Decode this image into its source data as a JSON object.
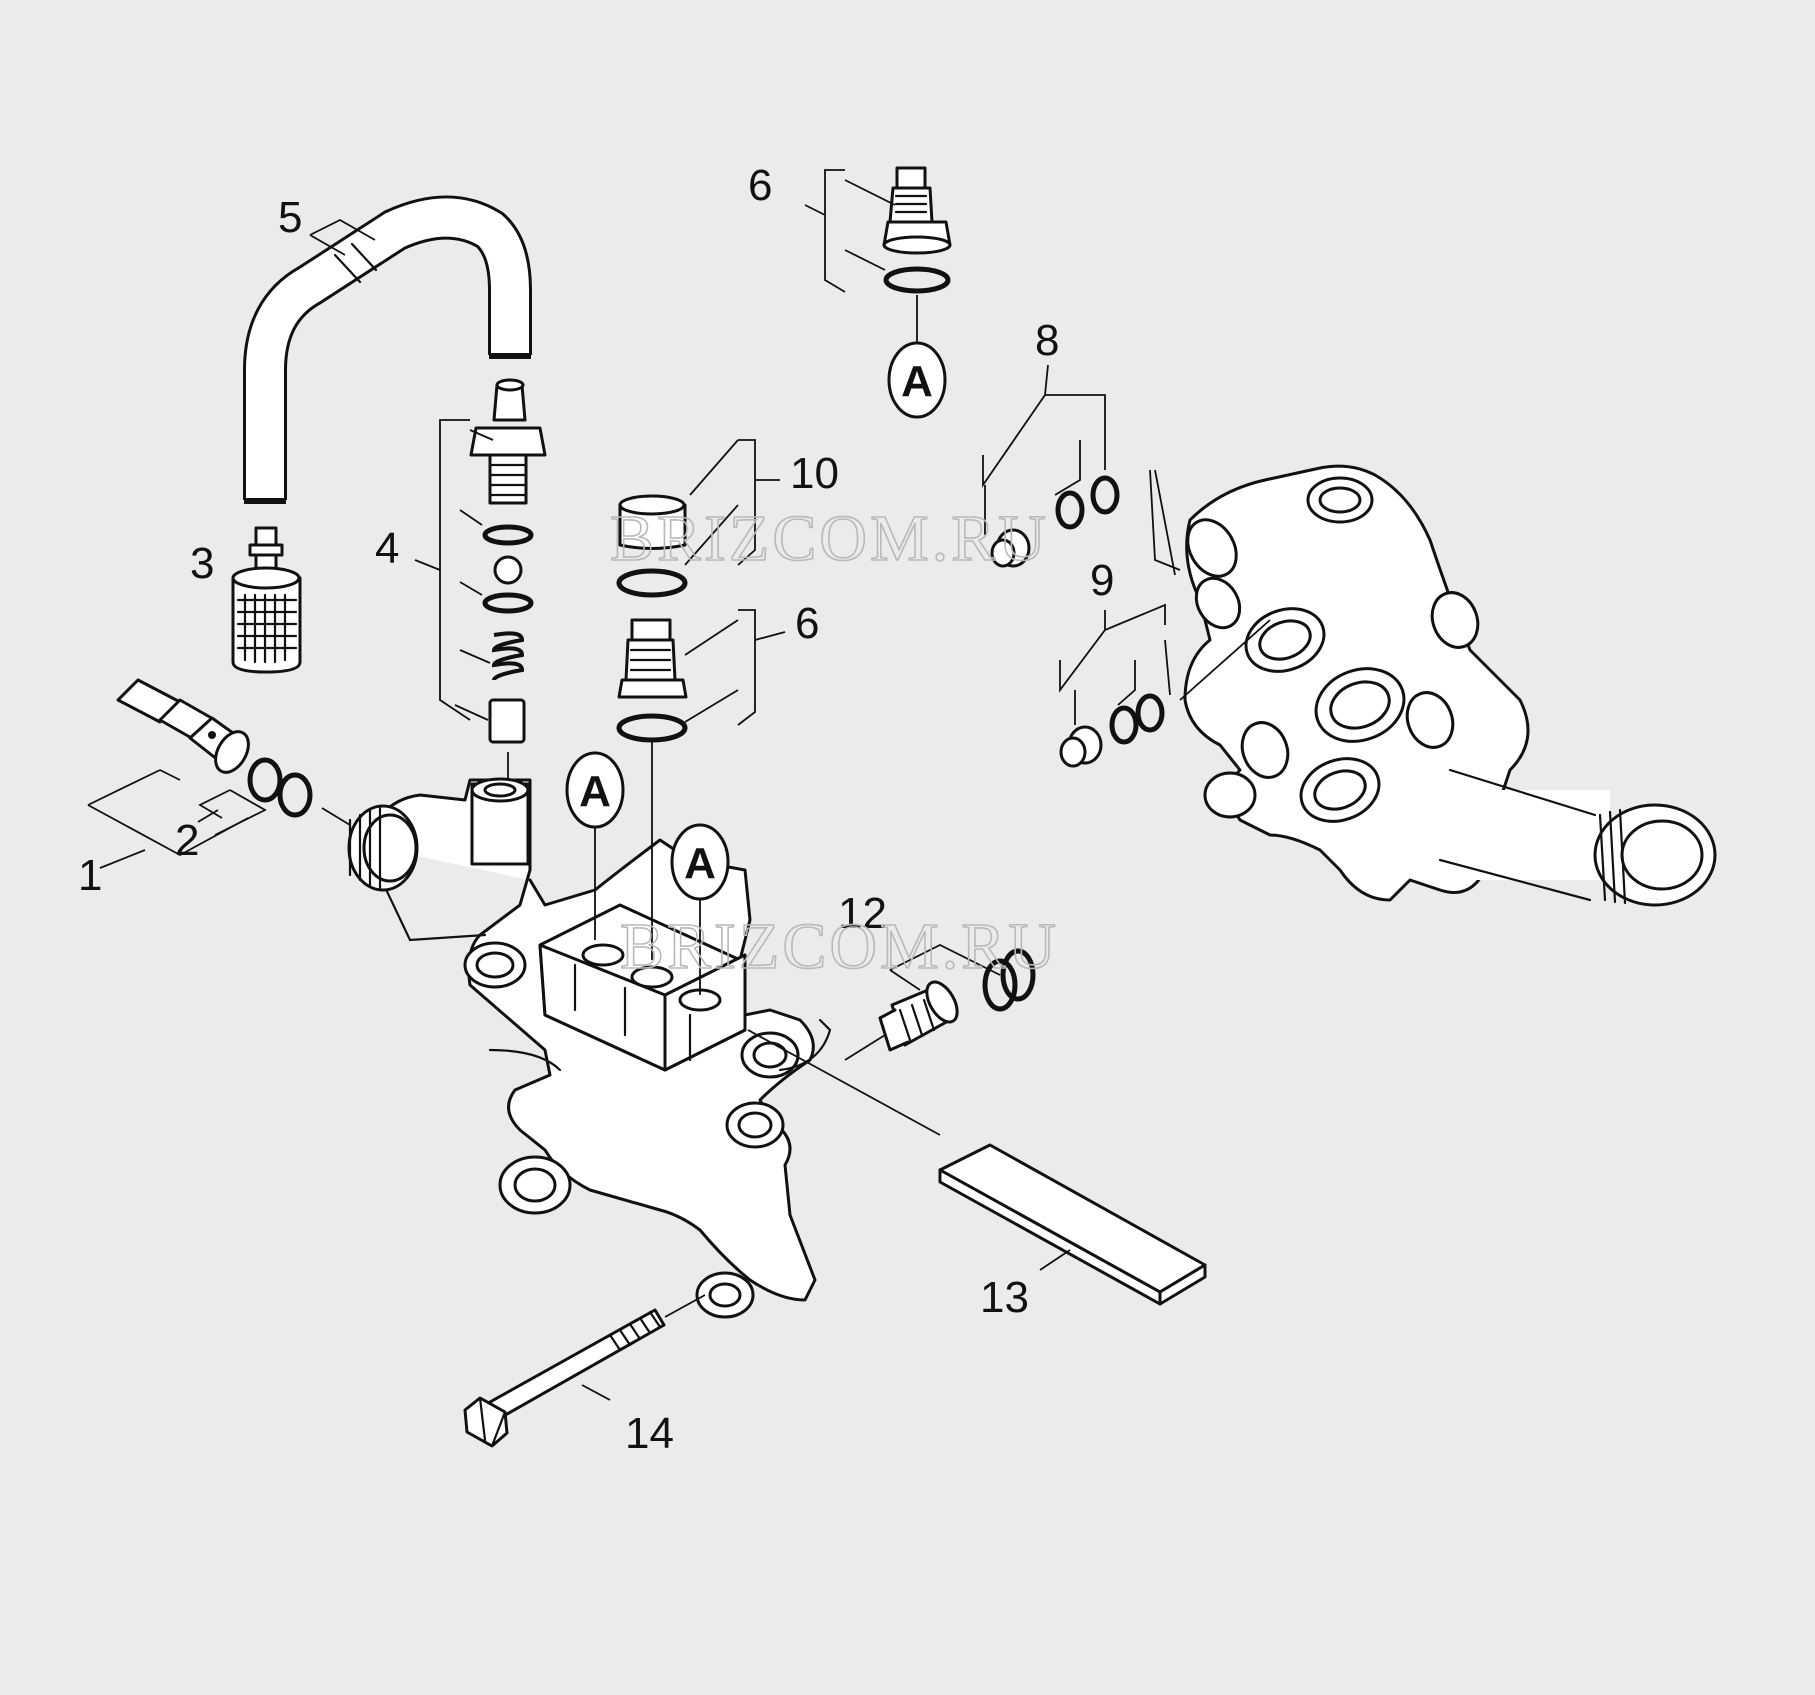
{
  "diagram": {
    "callouts": [
      {
        "id": "1",
        "label": "1"
      },
      {
        "id": "2",
        "label": "2"
      },
      {
        "id": "3",
        "label": "3"
      },
      {
        "id": "4",
        "label": "4"
      },
      {
        "id": "5",
        "label": "5"
      },
      {
        "id": "6a",
        "label": "6"
      },
      {
        "id": "6b",
        "label": "6"
      },
      {
        "id": "8",
        "label": "8"
      },
      {
        "id": "9",
        "label": "9"
      },
      {
        "id": "10",
        "label": "10"
      },
      {
        "id": "12",
        "label": "12"
      },
      {
        "id": "13",
        "label": "13"
      },
      {
        "id": "14",
        "label": "14"
      }
    ],
    "reference_marker": "A",
    "watermark": "BRIZCOM.RU",
    "colors": {
      "background": "#ebebeb",
      "line": "#111111",
      "fill": "#ffffff",
      "watermark": "#b9b9b9"
    }
  }
}
